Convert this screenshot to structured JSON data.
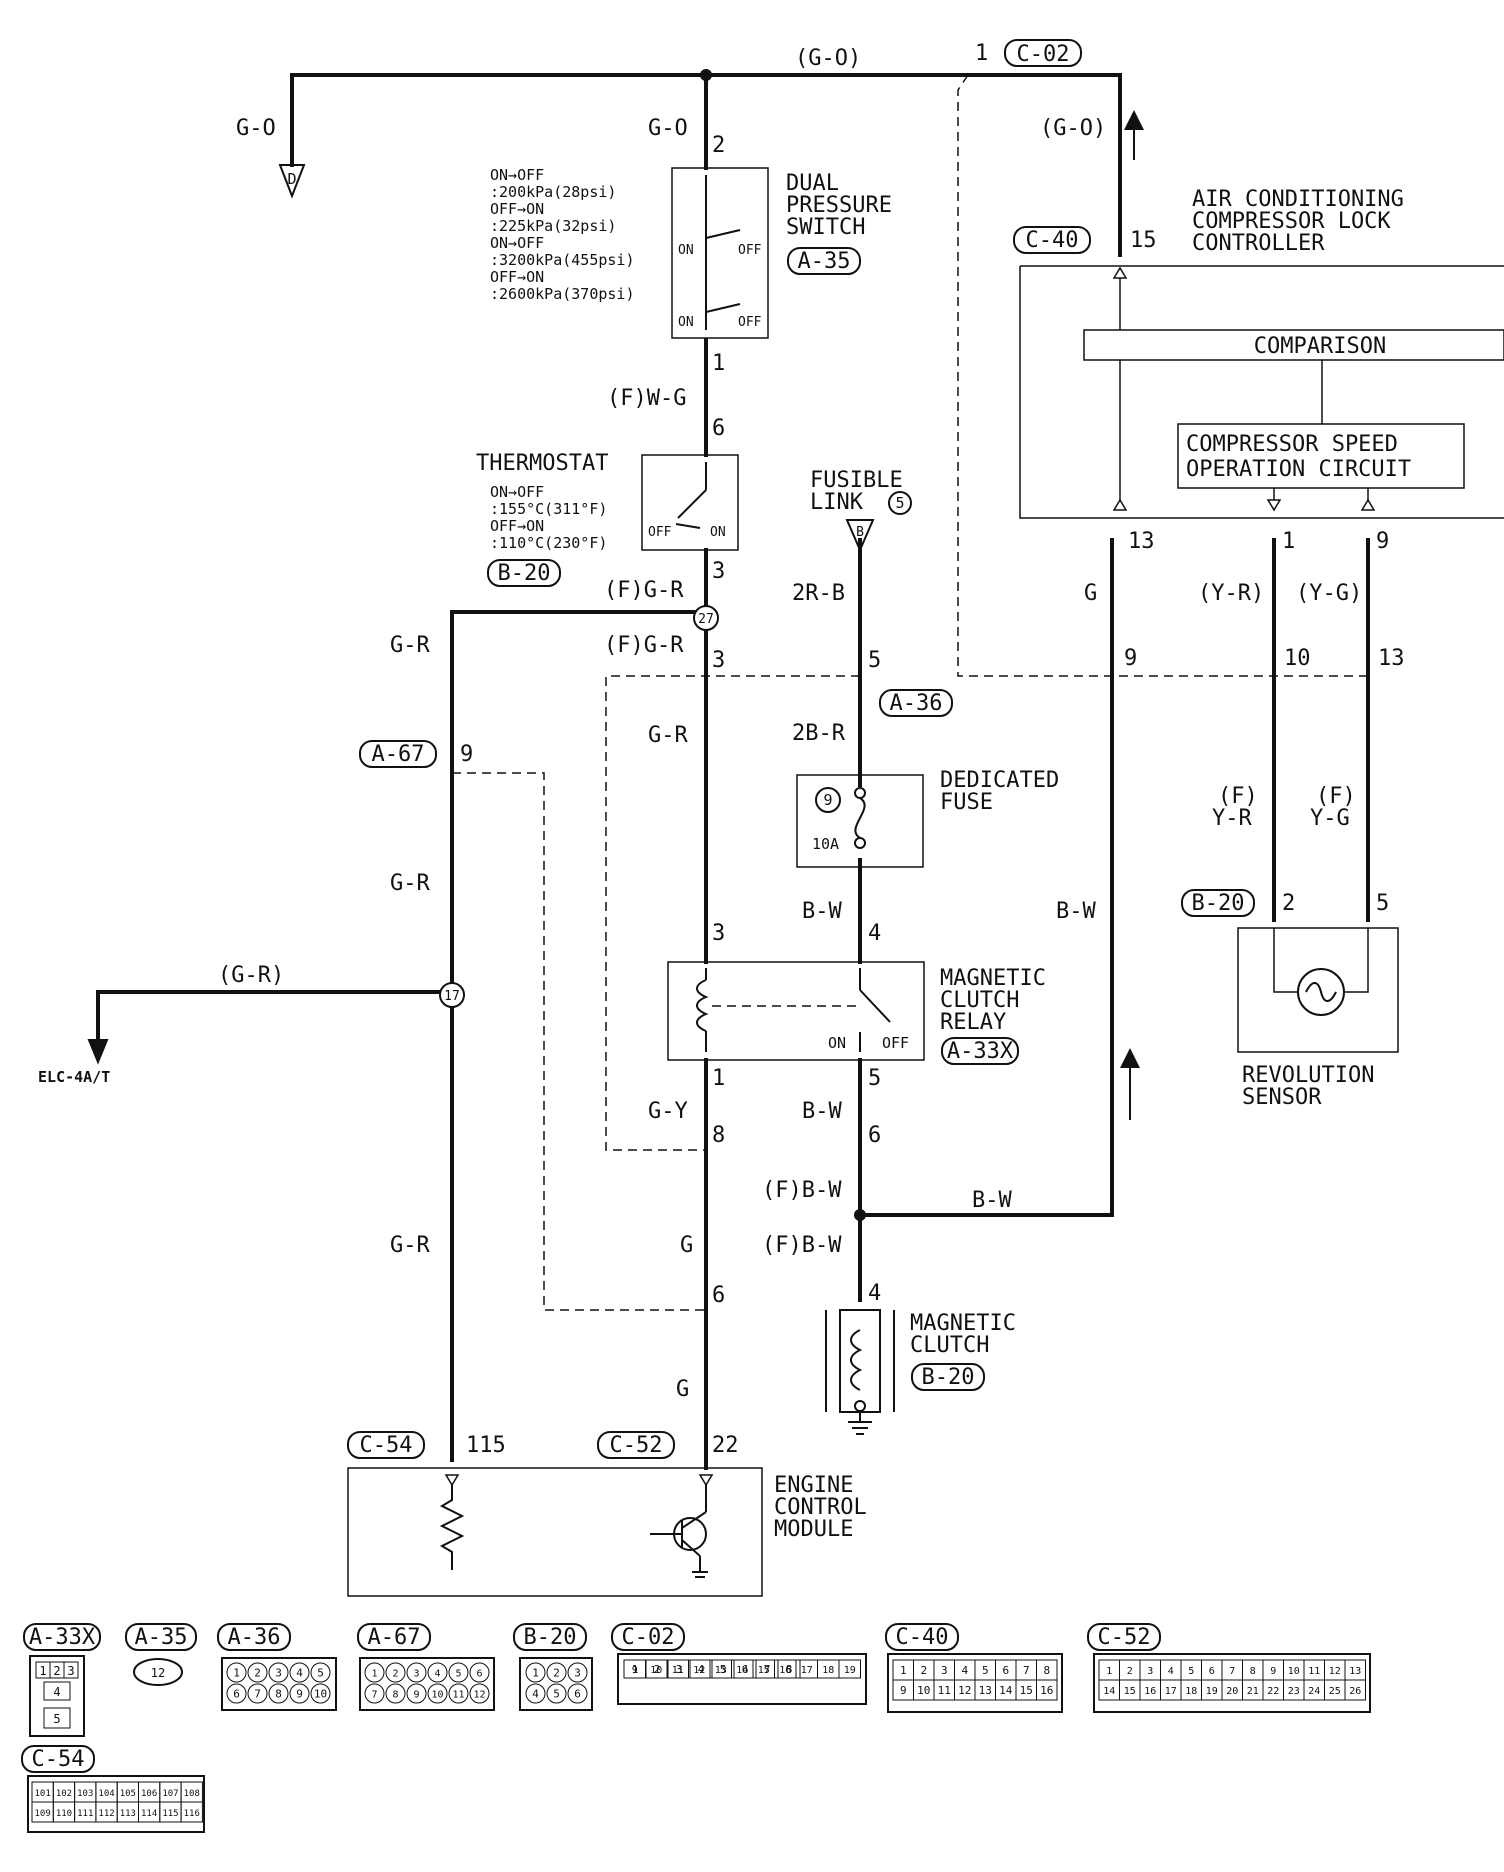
{
  "top": {
    "wire_go_top": "(G-O)",
    "pin_1": "1",
    "conn_c02": "C-02",
    "ground_label": "G-O",
    "ground_letter": "D",
    "wire_go_down": "G-O",
    "go_right": "(G-O)"
  },
  "dual_pressure_switch": {
    "title_l1": "DUAL",
    "title_l2": "PRESSURE",
    "title_l3": "SWITCH",
    "conn": "A-35",
    "pin_top": "2",
    "pin_bottom": "1",
    "on": "ON",
    "off": "OFF",
    "specs": [
      "ON→OFF",
      ":200kPa(28psi)",
      "OFF→ON",
      ":225kPa(32psi)",
      "ON→OFF",
      ":3200kPa(455psi)",
      "OFF→ON",
      ":2600kPa(370psi)"
    ]
  },
  "thermostat": {
    "title": "THERMOSTAT",
    "wire_in": "(F)W-G",
    "pin_top": "6",
    "pin_bottom": "3",
    "on": "ON",
    "off": "OFF",
    "specs": [
      "ON→OFF",
      ":155°C(311°F)",
      "OFF→ON",
      ":110°C(230°F)"
    ],
    "conn": "B-20"
  },
  "junction_27": {
    "wire_in": "(F)G-R",
    "num": "27",
    "wire_left": "G-R",
    "wire_down": "(F)G-R",
    "pin": "3"
  },
  "fusible_link": {
    "title_l1": "FUSIBLE",
    "title_l2": "LINK",
    "num": "5",
    "letter": "B",
    "wire": "2R-B",
    "pin": "5",
    "conn": "A-36"
  },
  "dedicated_fuse": {
    "wire_in": "2B-R",
    "title_l1": "DEDICATED",
    "title_l2": "FUSE",
    "num": "9",
    "amp": "10A",
    "wire_out": "B-W",
    "pin": "4"
  },
  "relay": {
    "title_l1": "MAGNETIC",
    "title_l2": "CLUTCH",
    "title_l3": "RELAY",
    "conn": "A-33X",
    "on": "ON",
    "off": "OFF",
    "pin_coil_top": "3",
    "pin_coil_bottom": "1",
    "pin_sw_bottom": "5",
    "wire_gr": "G-R",
    "wire_gy": "G-Y",
    "wire_bw": "B-W",
    "pin_8": "8",
    "pin_6": "6"
  },
  "left_branch": {
    "conn": "A-67",
    "pin": "9",
    "wire1": "G-R",
    "wire2": "G-R",
    "wire3": "G-R",
    "junction": "17",
    "branch_wire": "(G-R)",
    "dest": "ELC-4A/T"
  },
  "clutch": {
    "wire1": "(F)B-W",
    "wire2": "(F)B-W",
    "wire_right": "B-W",
    "pin": "4",
    "title_l1": "MAGNETIC",
    "title_l2": "CLUTCH",
    "conn": "B-20"
  },
  "ecm": {
    "conn1": "C-54",
    "pin1": "115",
    "conn2": "C-52",
    "pin2": "22",
    "title_l1": "ENGINE",
    "title_l2": "CONTROL",
    "title_l3": "MODULE",
    "wire_g1": "G",
    "wire_g2": "G",
    "pin_6": "6"
  },
  "controller": {
    "title_l1": "AIR CONDITIONING",
    "title_l2": "COMPRESSOR LOCK",
    "title_l3": "CONTROLLER",
    "conn": "C-40",
    "pin_15": "15",
    "comparison": "COMPARISON",
    "circuit_l1": "COMPRESSOR SPEED",
    "circuit_l2": "OPERATION CIRCUIT",
    "pin_13": "13",
    "pin_1": "1",
    "pin_9": "9",
    "wire_g": "G",
    "wire_yr": "(Y-R)",
    "wire_yg": "(Y-G)",
    "pin_j9": "9",
    "pin_j10": "10",
    "pin_j13": "13",
    "wire_fyr_1": "(F)",
    "wire_fyr_2": "Y-R",
    "wire_fyg_1": "(F)",
    "wire_fyg_2": "Y-G",
    "wire_bw": "B-W"
  },
  "sensor": {
    "conn": "B-20",
    "pin_2": "2",
    "pin_5": "5",
    "title_l1": "REVOLUTION",
    "title_l2": "SENSOR"
  },
  "connectors": {
    "a33x": {
      "label": "A-33X",
      "top": [
        "1",
        "2",
        "3"
      ],
      "mid": "4",
      "bot": "5"
    },
    "a35": {
      "label": "A-35",
      "pins": "12"
    },
    "a36": {
      "label": "A-36",
      "row1": [
        "1",
        "2",
        "3",
        "4",
        "5"
      ],
      "row2": [
        "6",
        "7",
        "8",
        "9",
        "10"
      ]
    },
    "a67": {
      "label": "A-67",
      "row1": [
        "1",
        "2",
        "3",
        "4",
        "5",
        "6"
      ],
      "row2": [
        "7",
        "8",
        "9",
        "10",
        "11",
        "12"
      ]
    },
    "b20": {
      "label": "B-20",
      "row1": [
        "1",
        "2",
        "3"
      ],
      "row2": [
        "4",
        "5",
        "6"
      ]
    },
    "c02": {
      "label": "C-02",
      "row1": [
        "1",
        "2",
        "3",
        "4",
        "5",
        "6",
        "7",
        "8"
      ],
      "row2": [
        "9",
        "10",
        "11",
        "12",
        "13",
        "14",
        "15",
        "16",
        "17",
        "18",
        "19"
      ]
    },
    "c40": {
      "label": "C-40",
      "row1": [
        "1",
        "2",
        "3",
        "4",
        "5",
        "6",
        "7",
        "8"
      ],
      "row2": [
        "9",
        "10",
        "11",
        "12",
        "13",
        "14",
        "15",
        "16"
      ]
    },
    "c52": {
      "label": "C-52",
      "row1": [
        "1",
        "2",
        "3",
        "4",
        "5",
        "6",
        "7",
        "8",
        "9",
        "10",
        "11",
        "12",
        "13"
      ],
      "row2": [
        "14",
        "15",
        "16",
        "17",
        "18",
        "19",
        "20",
        "21",
        "22",
        "23",
        "24",
        "25",
        "26"
      ]
    },
    "c54": {
      "label": "C-54",
      "row1": [
        "101",
        "102",
        "103",
        "104",
        "105",
        "106",
        "107",
        "108"
      ],
      "row2": [
        "109",
        "110",
        "111",
        "112",
        "113",
        "114",
        "115",
        "116"
      ]
    }
  }
}
